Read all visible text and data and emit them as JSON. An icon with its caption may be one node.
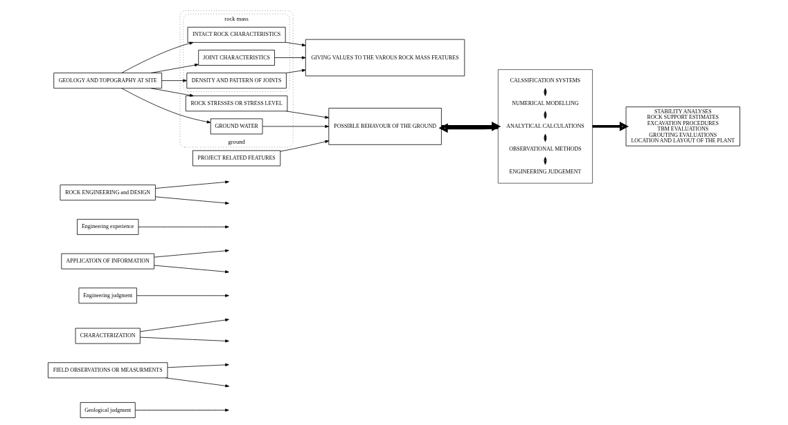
{
  "diagram": {
    "nodes": [
      {
        "text": [
          "Geological judgment"
        ]
      },
      {
        "text": [
          "FIELD OBSERVATIONS OR MEASURMENTS"
        ]
      },
      {
        "text": [
          "CHARACTERIZATION"
        ]
      },
      {
        "text": [
          "Engineering judgment"
        ]
      },
      {
        "text": [
          "APPLICATOIN OF INFORMATION"
        ]
      },
      {
        "text": [
          "Engineering experience"
        ]
      },
      {
        "text": [
          "ROCK ENGINEERING and DESIGN"
        ]
      },
      {
        "text": [
          "GEOLOGY AND TOPOGRAPHY AT SITE"
        ]
      },
      {
        "text": [
          "ground"
        ]
      },
      {
        "text": [
          "rock mass"
        ],
        "in": 8
      },
      {
        "text": [
          "INTACT ROCK CHARACTERISTICS"
        ],
        "in": 9
      },
      {
        "text": [
          "JOINT CHARACTERISTICS"
        ],
        "in": 9
      },
      {
        "text": [
          "DENSITY AND PATTERN OF JOINTS"
        ],
        "in": 9
      },
      {
        "text": [
          "ROCK STRESSES OR STRESS LEVEL"
        ],
        "in": 8
      },
      {
        "text": [
          "GROUND WATER"
        ],
        "in": 8
      },
      {
        "text": [
          "GIVING VALUES TO THE VAROUS ROCK MASS FEATURES"
        ]
      },
      {
        "text": [
          "POSSIBLE BEHAVOUR OF THE GROUND"
        ]
      },
      {
        "text": [
          "PROJECT RELATED FEATURES"
        ]
      },
      {
        "text": [],
        "shape": "box"
      },
      {
        "text": [
          "CALSSIFICATION SYSTEMS"
        ],
        "in": 18
      },
      {
        "text": [
          "NUMERICAL MODELLING"
        ],
        "in": 18
      },
      {
        "text": [
          "ANALYTICAL CALCULATIONS"
        ],
        "in": 18
      },
      {
        "text": [
          "OBSERVATIONAL METHODS"
        ],
        "in": 18
      },
      {
        "text": [
          "ENGINEERING JUDGEMENT"
        ],
        "in": 18
      },
      {
        "text": [
          "STABILITY ANALYSES",
          "ROCK SUPPORT ESTIMATES",
          "EXCAVATION PROCEDURES",
          "TBM EVALUATIONS",
          "GROUTING EVALUATIONS",
          "LOCATION AND LAYOUT OF THE PLANT"
        ]
      }
    ],
    "edges": [
      {
        "from": 0,
        "to": null,
        "arrow": "to"
      },
      {
        "from": 1,
        "to": null,
        "arrow": "to"
      },
      {
        "from": 1,
        "to": null,
        "arrow": "to"
      },
      {
        "from": 2,
        "to": null,
        "arrow": "to"
      },
      {
        "from": 2,
        "to": null,
        "arrow": "to"
      },
      {
        "from": 3,
        "to": null,
        "arrow": "to"
      },
      {
        "from": 4,
        "to": null,
        "arrow": "to"
      },
      {
        "from": 4,
        "to": null,
        "arrow": "to"
      },
      {
        "from": 5,
        "to": null,
        "arrow": "to"
      },
      {
        "from": 6,
        "to": null,
        "arrow": "to"
      },
      {
        "from": 6,
        "to": null,
        "arrow": "to"
      },
      {
        "from": 7,
        "to": 10,
        "arrow": "to"
      },
      {
        "from": 7,
        "to": 11,
        "arrow": "to"
      },
      {
        "from": 7,
        "to": 12,
        "arrow": "to"
      },
      {
        "from": 7,
        "to": 13,
        "arrow": "to"
      },
      {
        "from": 7,
        "to": 14,
        "arrow": "to"
      },
      {
        "from": 10,
        "to": 15,
        "arrow": "to"
      },
      {
        "from": 11,
        "to": 15,
        "arrow": "to"
      },
      {
        "from": 12,
        "to": 15,
        "arrow": "to"
      },
      {
        "from": 13,
        "to": 16,
        "arrow": "to"
      },
      {
        "from": 14,
        "to": 16,
        "arrow": "to"
      },
      {
        "from": 17,
        "to": 16,
        "arrow": "to"
      },
      {
        "from": 16,
        "to": 18,
        "arrow": "to",
        "style": "thick"
      },
      {
        "from": 18,
        "to": 16,
        "arrow": "to",
        "style": "thick"
      },
      {
        "from": 18,
        "to": 24,
        "arrow": "to",
        "style": "thick"
      },
      {
        "from": 19,
        "to": 20,
        "arrow": "both"
      },
      {
        "from": 20,
        "to": 21,
        "arrow": "both"
      },
      {
        "from": 21,
        "to": 22,
        "arrow": "both"
      },
      {
        "from": 22,
        "to": 23,
        "arrow": "both"
      }
    ]
  }
}
